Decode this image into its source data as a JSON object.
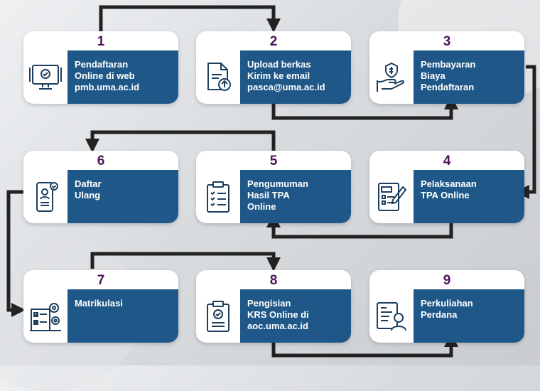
{
  "steps": [
    {
      "number": "1",
      "label": "Pendaftaran\nOnline di web\npmb.uma.ac.id",
      "icon": "monitor-check-icon"
    },
    {
      "number": "2",
      "label": "Upload berkas\nKirim ke email\npasca@uma.ac.id",
      "icon": "file-upload-icon"
    },
    {
      "number": "3",
      "label": "Pembayaran\nBiaya\nPendaftaran",
      "icon": "money-hand-icon"
    },
    {
      "number": "4",
      "label": "Pelaksanaan\nTPA Online",
      "icon": "test-paper-icon"
    },
    {
      "number": "5",
      "label": "Pengumuman\nHasil TPA\nOnline",
      "icon": "clipboard-list-icon"
    },
    {
      "number": "6",
      "label": "Daftar\nUlang",
      "icon": "mobile-profile-icon"
    },
    {
      "number": "7",
      "label": "Matrikulasi",
      "icon": "checklist-gears-icon"
    },
    {
      "number": "8",
      "label": "Pengisian\nKRS Online di\naoc.uma.ac.id",
      "icon": "clipboard-check-icon"
    },
    {
      "number": "9",
      "label": "Perkuliahan\nPerdana",
      "icon": "document-person-icon"
    }
  ],
  "colors": {
    "card_blue": "#1f5888",
    "number_purple": "#4a1457",
    "arrow": "#222222"
  }
}
